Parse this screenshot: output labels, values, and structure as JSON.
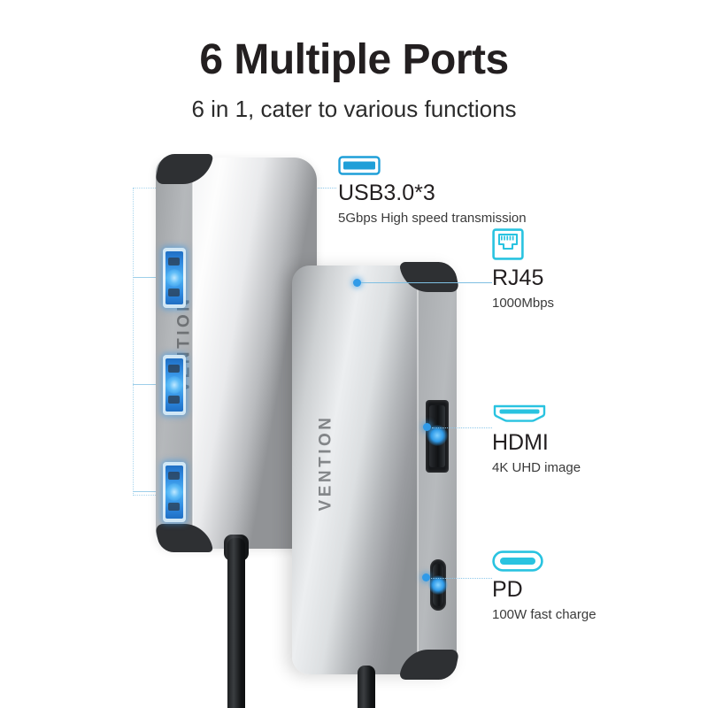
{
  "header": {
    "headline": "6 Multiple Ports",
    "subhead": "6 in 1, cater to various functions"
  },
  "brand": {
    "name": "VENTION"
  },
  "colors": {
    "accent_blue": "#2f9ae8",
    "icon_cyan": "#29c3e0",
    "icon_blue": "#1f9fd8",
    "leader_line": "#8ec8ea",
    "text_dark": "#231f20",
    "text_sub": "#3a3a3a",
    "device_body": "#cfd2d4",
    "cap_dark": "#2e3033",
    "cable_black": "#1d1f21"
  },
  "callouts": [
    {
      "id": "usb",
      "icon": "usb-a-port-icon",
      "title": "USB3.0*3",
      "sub": "5Gbps High speed transmission"
    },
    {
      "id": "rj45",
      "icon": "rj45-ethernet-port-icon",
      "title": "RJ45",
      "sub": "1000Mbps"
    },
    {
      "id": "hdmi",
      "icon": "hdmi-port-icon",
      "title": "HDMI",
      "sub": "4K UHD image"
    },
    {
      "id": "pd",
      "icon": "usb-c-port-icon",
      "title": "PD",
      "sub": "100W fast charge"
    }
  ],
  "ports": {
    "usb_count": 3,
    "hdmi_count": 1,
    "pd_count": 1,
    "rj45_count": 1
  }
}
